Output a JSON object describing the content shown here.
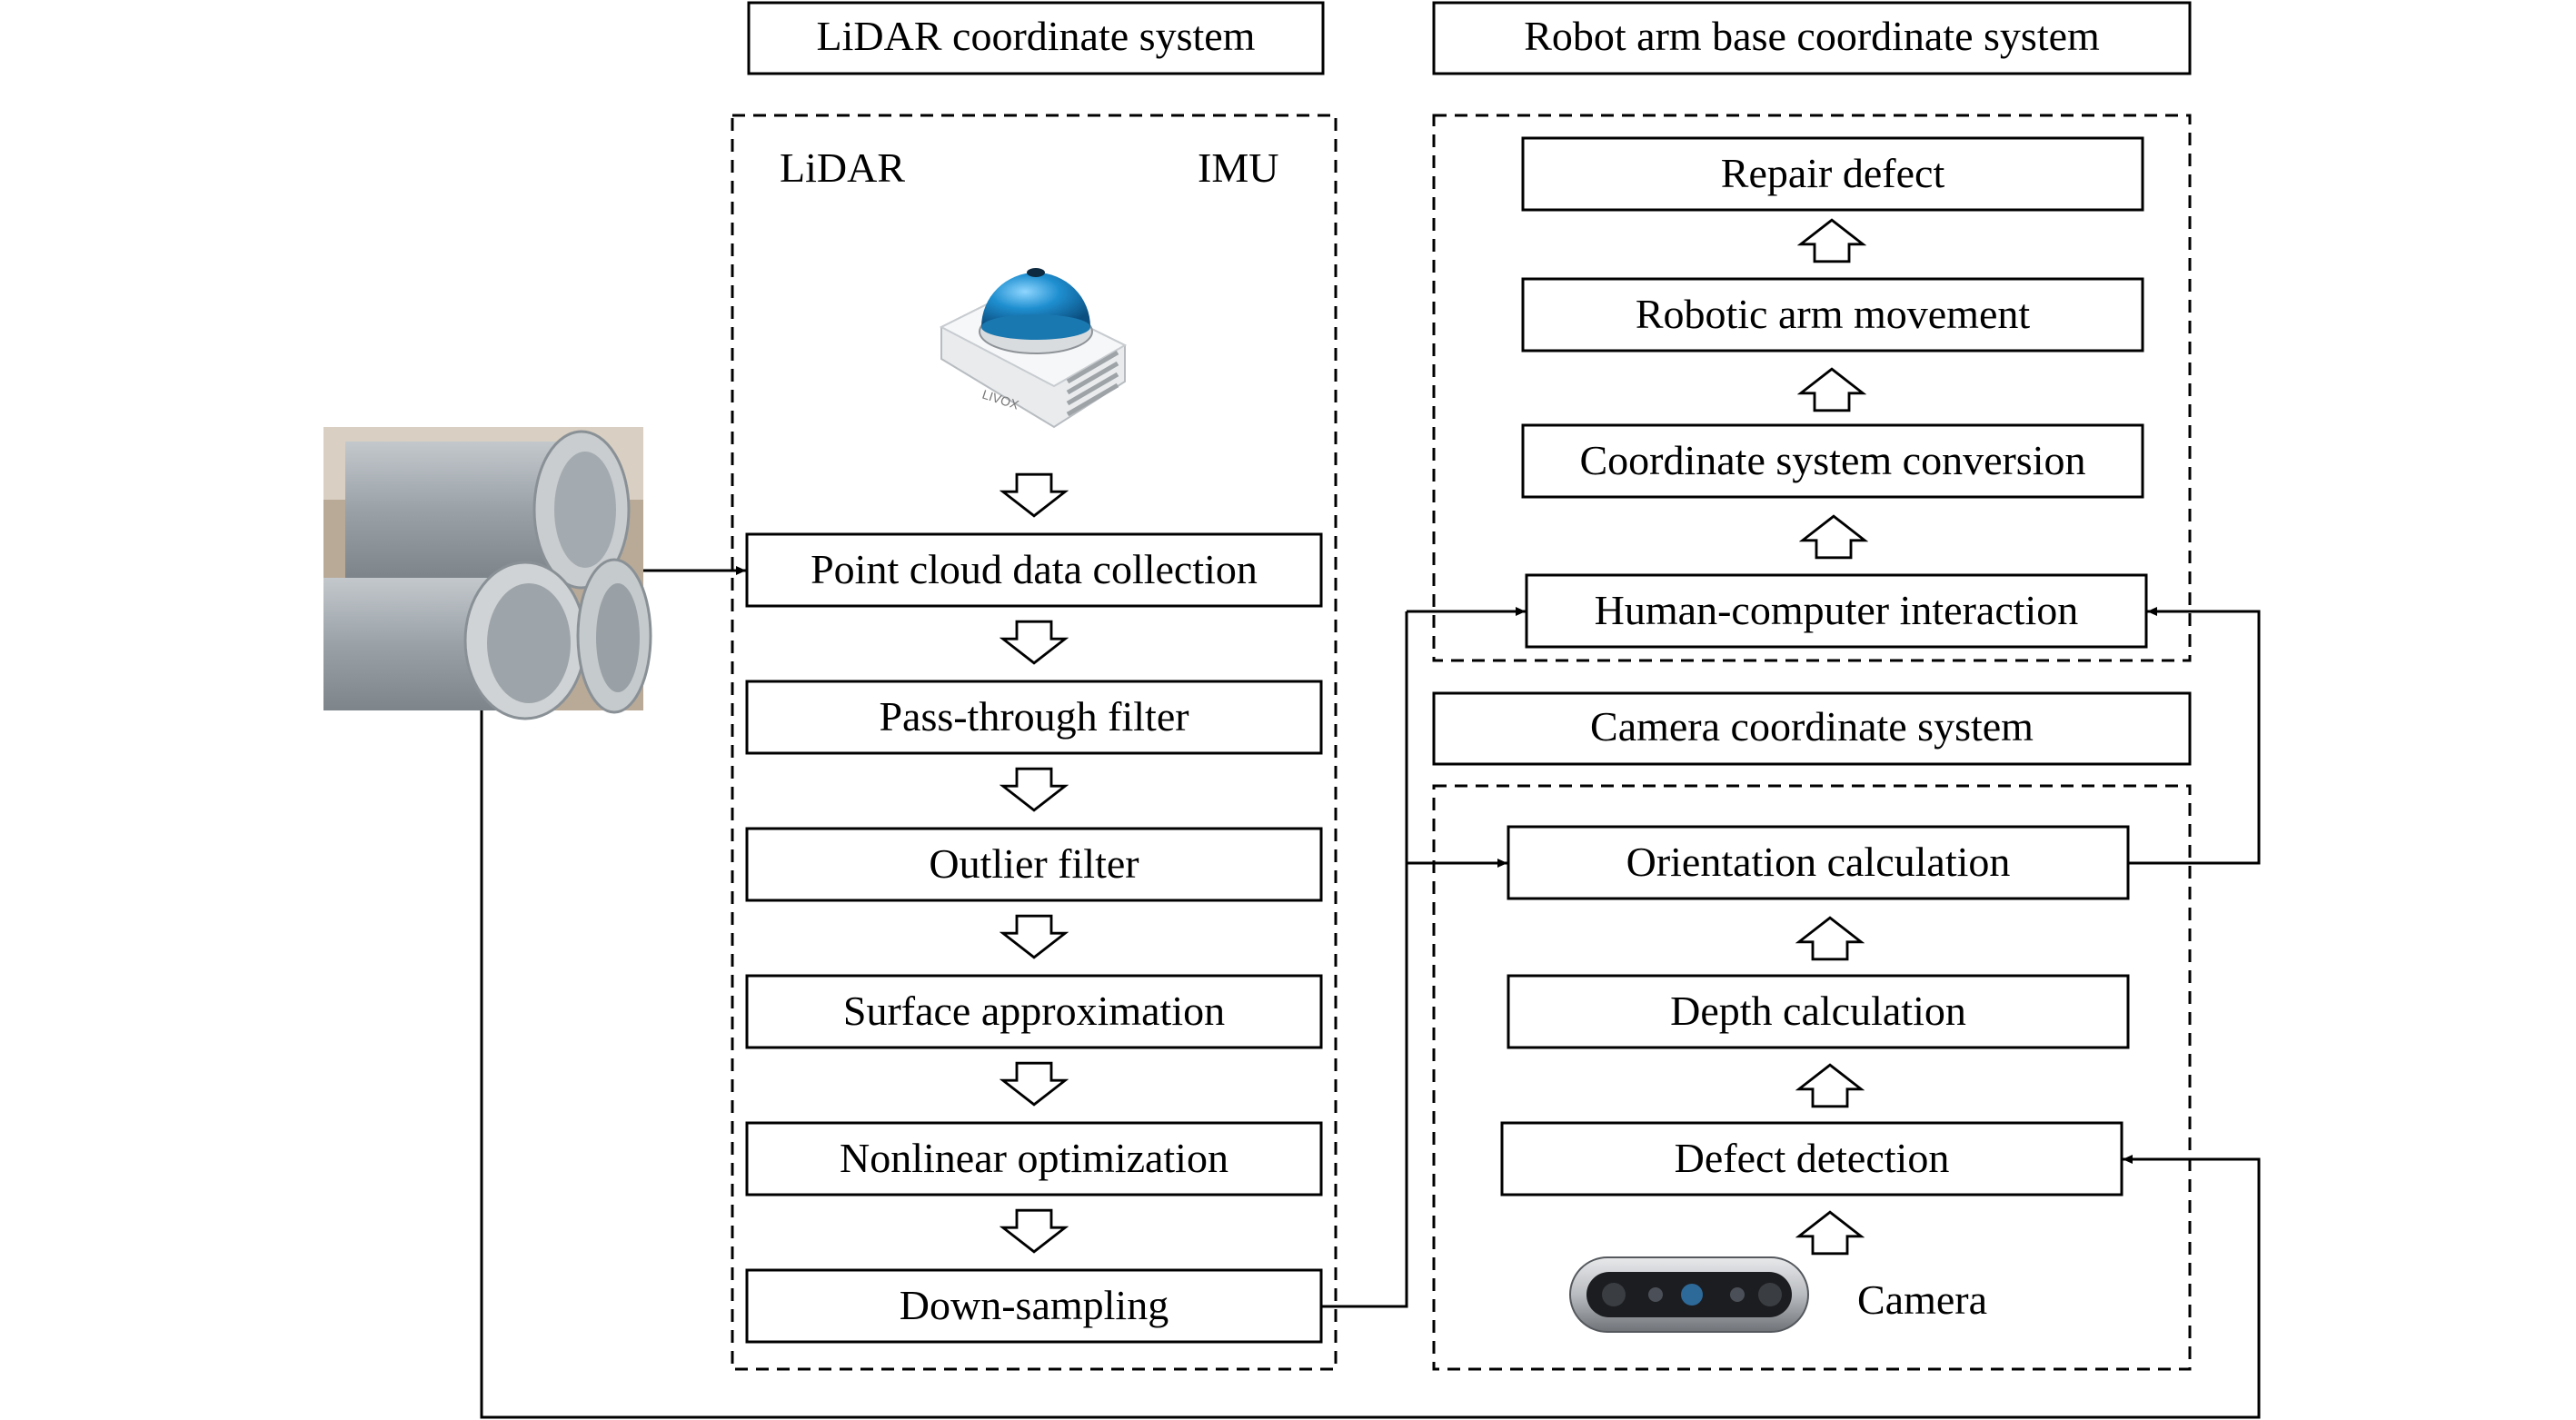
{
  "lidar_section": {
    "title": "LiDAR coordinate system",
    "sensor_labels": {
      "lidar": "LiDAR",
      "imu": "IMU"
    },
    "steps": [
      "Point cloud data collection",
      "Pass-through filter",
      "Outlier filter",
      "Surface approximation",
      "Nonlinear optimization",
      "Down-sampling"
    ]
  },
  "robot_section": {
    "title": "Robot arm base coordinate system",
    "steps": [
      "Repair defect",
      "Robotic arm movement",
      "Coordinate system conversion",
      "Human-computer interaction"
    ]
  },
  "camera_section": {
    "title": "Camera coordinate system",
    "steps": [
      "Orientation calculation",
      "Depth calculation",
      "Defect detection"
    ],
    "camera_label": "Camera"
  },
  "colors": {
    "line": "#000000",
    "lidar_dome": "#1f8fd0",
    "pipe": "#9aa2a8"
  }
}
